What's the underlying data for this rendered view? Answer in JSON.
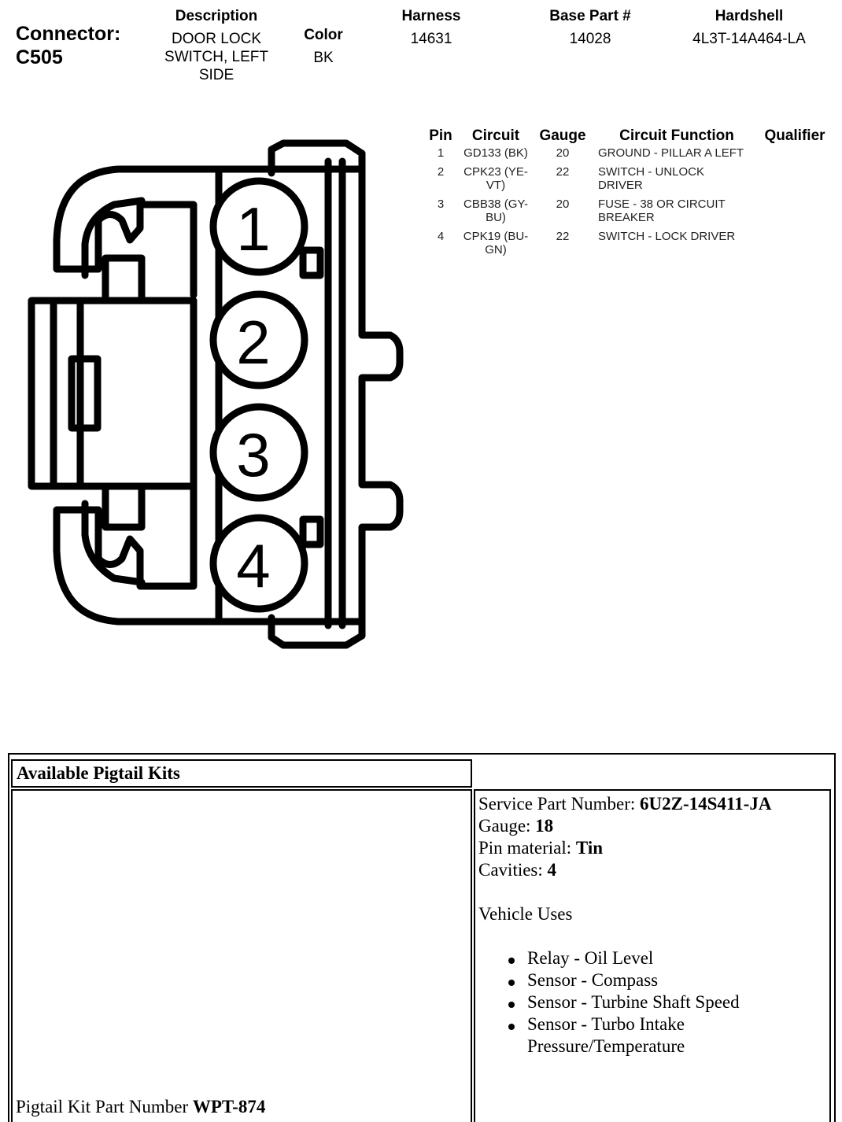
{
  "connector": {
    "label": "Connector:",
    "id": "C505"
  },
  "header": {
    "description_label": "Description",
    "description_lines": [
      "DOOR LOCK",
      "SWITCH, LEFT",
      "SIDE"
    ],
    "color_label": "Color",
    "color_value": "BK",
    "harness_label": "Harness",
    "harness_value": "14631",
    "base_part_label": "Base Part #",
    "base_part_value": "14028",
    "hardshell_label": "Hardshell",
    "hardshell_value": "4L3T-14A464-LA"
  },
  "diagram": {
    "pin_labels": [
      "1",
      "2",
      "3",
      "4"
    ]
  },
  "pin_table": {
    "headers": [
      "Pin",
      "Circuit",
      "Gauge",
      "Circuit Function",
      "Qualifier"
    ],
    "rows": [
      {
        "pin": "1",
        "circuit": [
          "GD133 (BK)"
        ],
        "gauge": "20",
        "function": [
          "GROUND - PILLAR A LEFT"
        ],
        "qualifier": ""
      },
      {
        "pin": "2",
        "circuit": [
          "CPK23 (YE-",
          "VT)"
        ],
        "gauge": "22",
        "function": [
          "SWITCH - UNLOCK",
          "DRIVER"
        ],
        "qualifier": ""
      },
      {
        "pin": "3",
        "circuit": [
          "CBB38 (GY-",
          "BU)"
        ],
        "gauge": "20",
        "function": [
          "FUSE - 38 OR CIRCUIT",
          "BREAKER"
        ],
        "qualifier": ""
      },
      {
        "pin": "4",
        "circuit": [
          "CPK19 (BU-",
          "GN)"
        ],
        "gauge": "22",
        "function": [
          "SWITCH - LOCK DRIVER"
        ],
        "qualifier": ""
      }
    ]
  },
  "pigtail": {
    "title": "Available Pigtail Kits",
    "service_part_label": "Service Part Number: ",
    "service_part_value": "6U2Z-14S411-JA",
    "gauge_label": "Gauge: ",
    "gauge_value": "18",
    "pin_material_label": "Pin material: ",
    "pin_material_value": "Tin",
    "cavities_label": "Cavities: ",
    "cavities_value": "4",
    "vehicle_uses_label": "Vehicle Uses",
    "vehicle_uses": [
      [
        "Relay - Oil Level"
      ],
      [
        "Sensor - Compass"
      ],
      [
        "Sensor - Turbine Shaft Speed"
      ],
      [
        "Sensor - Turbo Intake",
        "Pressure/Temperature"
      ]
    ],
    "kit_part_label": "Pigtail Kit Part Number ",
    "kit_part_value": "WPT-874"
  }
}
